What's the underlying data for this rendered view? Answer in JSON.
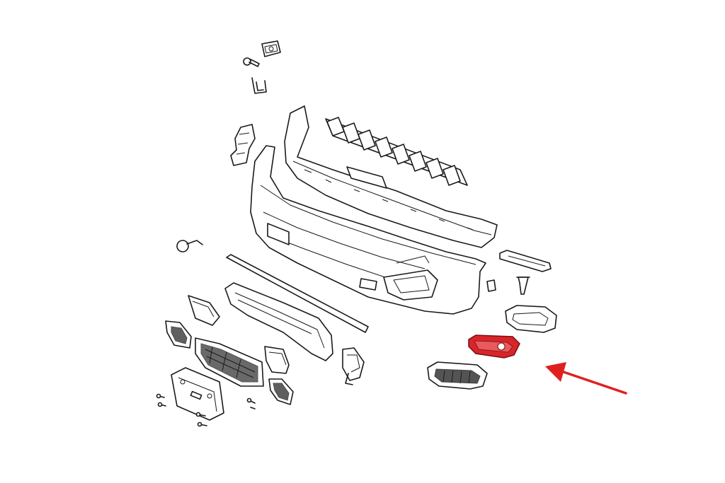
{
  "diagram": {
    "highlight_color": "#d9252a",
    "arrow_color": "#e0201f",
    "line_color": "#1a1a1a",
    "parts": [
      "license-plate-bracket-screw",
      "retainer-clip",
      "bracket-clip",
      "left-mounting-bracket",
      "bumper-absorber-beam",
      "bumper-reinforcement",
      "front-bumper-fascia",
      "tow-hook-cover",
      "fascia-molding-strip",
      "center-grille-bezel",
      "left-fog-lamp-bezel",
      "upper-left-grille",
      "lower-center-grille",
      "license-plate-bracket",
      "center-cover-insert",
      "lower-small-grille",
      "tow-eye-bracket",
      "right-fog-lamp-bezel-highlighted",
      "right-fog-lamp-bezel-outer",
      "right-lower-grille",
      "right-side-bracket",
      "push-pin-clip",
      "small-clip"
    ]
  }
}
